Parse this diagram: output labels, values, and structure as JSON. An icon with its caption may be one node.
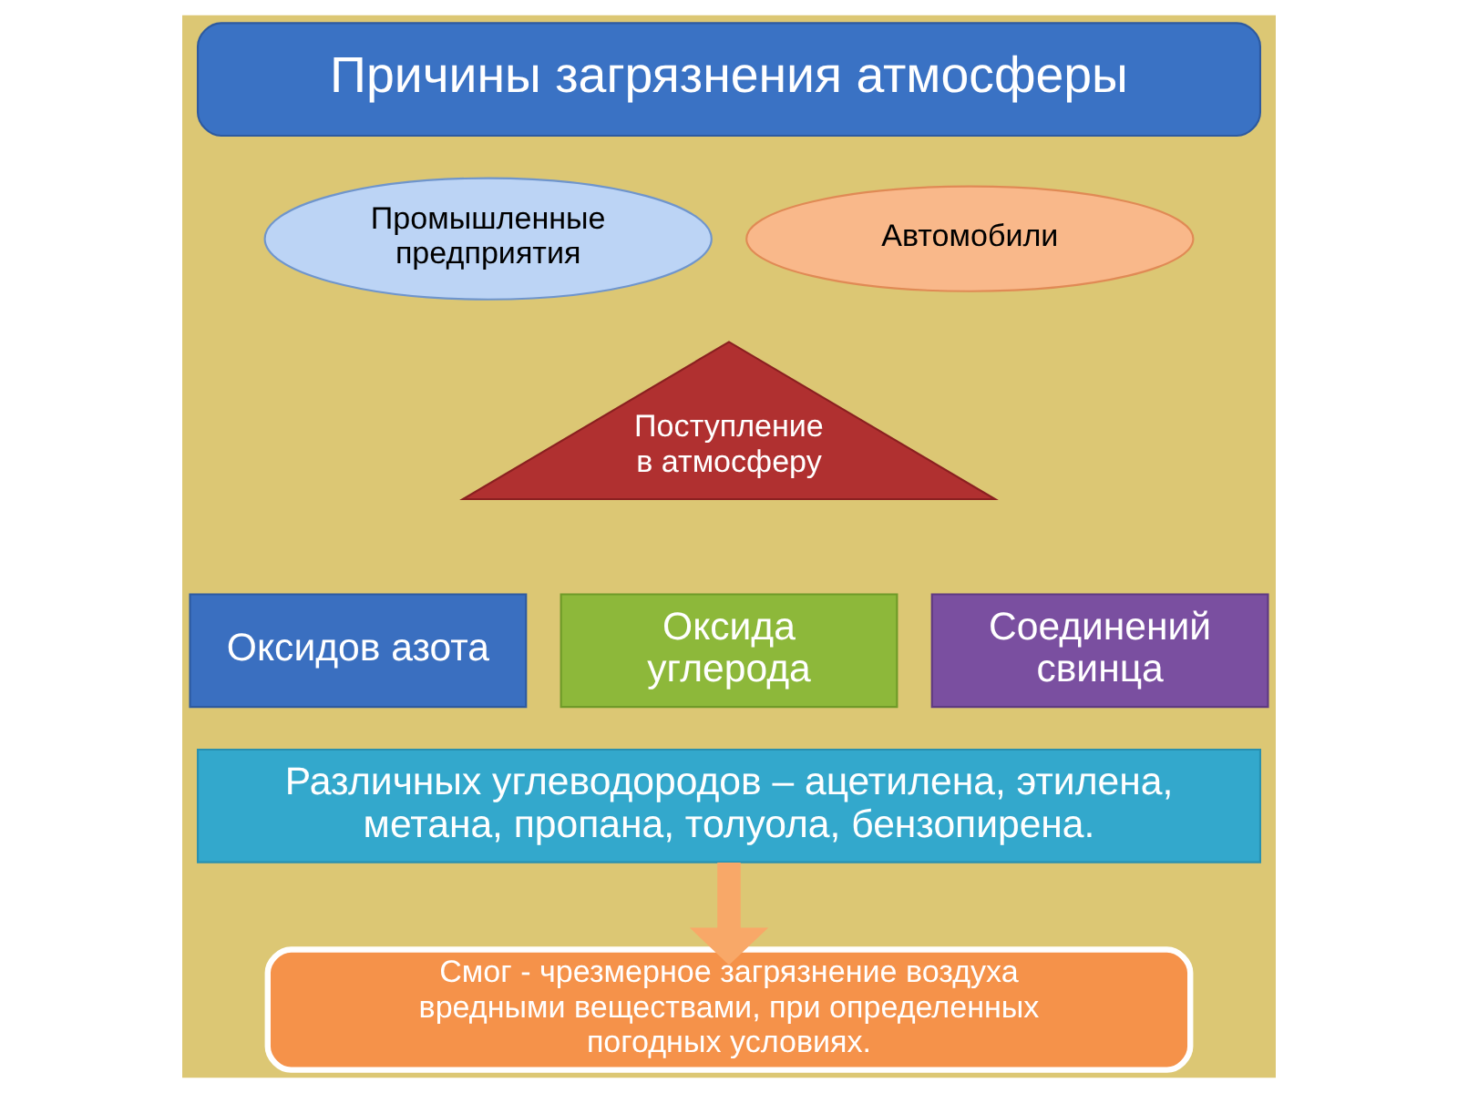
{
  "diagram": {
    "nodes": [
      {
        "text": [
          "Причины загрязнения атмосферы"
        ]
      },
      {
        "text": [
          "Промышленные предприятия"
        ]
      },
      {
        "text": [
          "Автомобили"
        ]
      },
      {
        "text": [
          "Поступление в атмосферу"
        ]
      },
      {
        "text": [
          "Оксидов азота"
        ]
      },
      {
        "text": [
          "Оксида углерода"
        ]
      },
      {
        "text": [
          "Соединений свинца"
        ]
      },
      {
        "text": [
          "Различных углеводородов – ацетилена, этилена, метана, пропана, толуола, бензопирена."
        ]
      },
      {
        "text": [
          "Смог - чрезмерное загрязнение воздуха вредными веществами, при определенных погодных условиях."
        ]
      }
    ],
    "edges": [
      {
        "from": 7,
        "to": 8,
        "arrow": "to"
      }
    ]
  }
}
